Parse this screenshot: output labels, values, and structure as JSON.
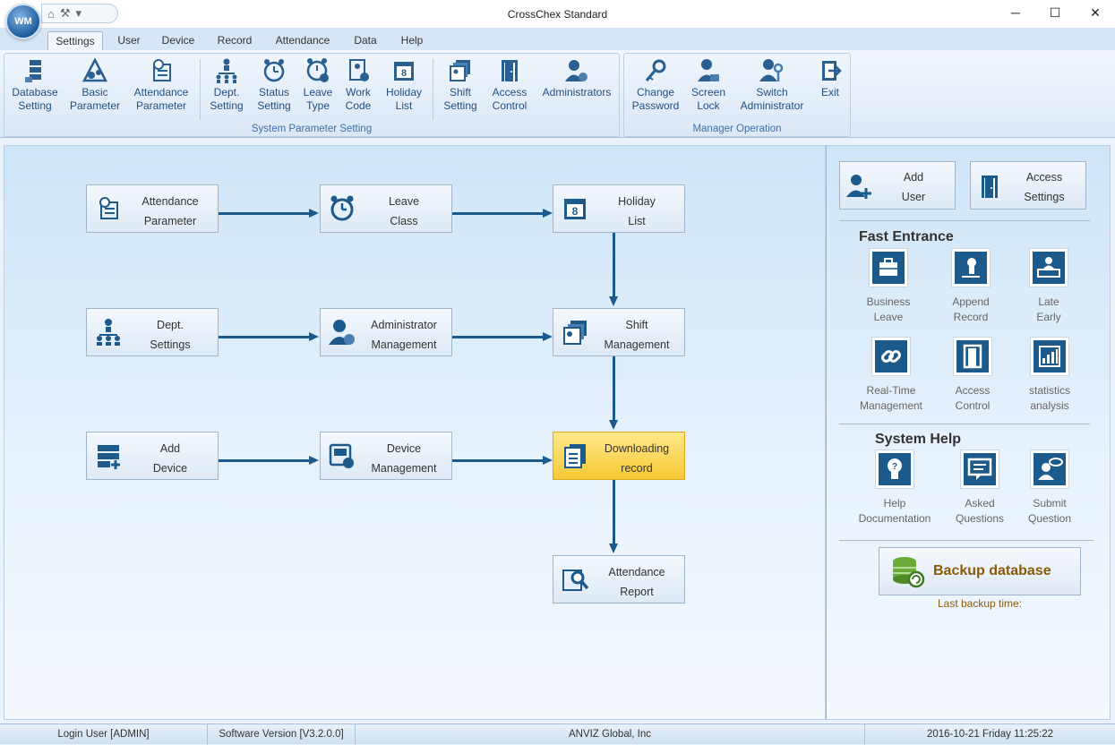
{
  "window": {
    "title": "CrossChex Standard",
    "logo_text": "WM"
  },
  "menu": {
    "tabs": [
      "Settings",
      "User",
      "Device",
      "Record",
      "Attendance",
      "Data",
      "Help"
    ]
  },
  "ribbon": {
    "system_group_label": "System Parameter Setting",
    "manager_group_label": "Manager Operation",
    "buttons": [
      {
        "l1": "Database",
        "l2": "Setting"
      },
      {
        "l1": "Basic",
        "l2": "Parameter"
      },
      {
        "l1": "Attendance",
        "l2": "Parameter"
      },
      {
        "l1": "Dept.",
        "l2": "Setting"
      },
      {
        "l1": "Status",
        "l2": "Setting"
      },
      {
        "l1": "Leave",
        "l2": "Type"
      },
      {
        "l1": "Work",
        "l2": "Code"
      },
      {
        "l1": "Holiday",
        "l2": "List"
      },
      {
        "l1": "Shift",
        "l2": "Setting"
      },
      {
        "l1": "Access",
        "l2": "Control"
      },
      {
        "l1": "Administrators",
        "l2": ""
      },
      {
        "l1": "Change",
        "l2": "Password"
      },
      {
        "l1": "Screen",
        "l2": "Lock"
      },
      {
        "l1": "Switch",
        "l2": "Administrator"
      },
      {
        "l1": "Exit",
        "l2": ""
      }
    ]
  },
  "flow": {
    "boxes": [
      {
        "l1": "Attendance",
        "l2": "Parameter"
      },
      {
        "l1": "Leave",
        "l2": "Class"
      },
      {
        "l1": "Holiday",
        "l2": "List"
      },
      {
        "l1": "Dept.",
        "l2": "Settings"
      },
      {
        "l1": "Administrator",
        "l2": "Management"
      },
      {
        "l1": "Shift",
        "l2": "Management"
      },
      {
        "l1": "Add",
        "l2": "Device"
      },
      {
        "l1": "Device",
        "l2": "Management"
      },
      {
        "l1": "Downloading",
        "l2": "record"
      },
      {
        "l1": "Attendance",
        "l2": "Report"
      }
    ]
  },
  "right_panel": {
    "add_user": {
      "l1": "Add",
      "l2": "User"
    },
    "access_settings": {
      "l1": "Access",
      "l2": "Settings"
    },
    "fast_entrance_title": "Fast Entrance",
    "fast_entrance": [
      {
        "l1": "Business",
        "l2": "Leave"
      },
      {
        "l1": "Append",
        "l2": "Record"
      },
      {
        "l1": "Late",
        "l2": "Early"
      },
      {
        "l1": "Real-Time",
        "l2": "Management"
      },
      {
        "l1": "Access",
        "l2": "Control"
      },
      {
        "l1": "statistics",
        "l2": "analysis"
      }
    ],
    "system_help_title": "System Help",
    "system_help": [
      {
        "l1": "Help",
        "l2": "Documentation"
      },
      {
        "l1": "Asked",
        "l2": "Questions"
      },
      {
        "l1": "Submit",
        "l2": "Question"
      }
    ],
    "backup_label": "Backup database",
    "last_backup": "Last backup time:"
  },
  "status": {
    "login_user": "Login User [ADMIN]",
    "software_version": "Software Version [V3.2.0.0]",
    "company": "ANVIZ Global, Inc",
    "datetime": "2016-10-21 Friday 11:25:22"
  },
  "colors": {
    "accent": "#1d5a8c",
    "highlight": "#f7c934",
    "backup_text": "#8a5a08"
  }
}
